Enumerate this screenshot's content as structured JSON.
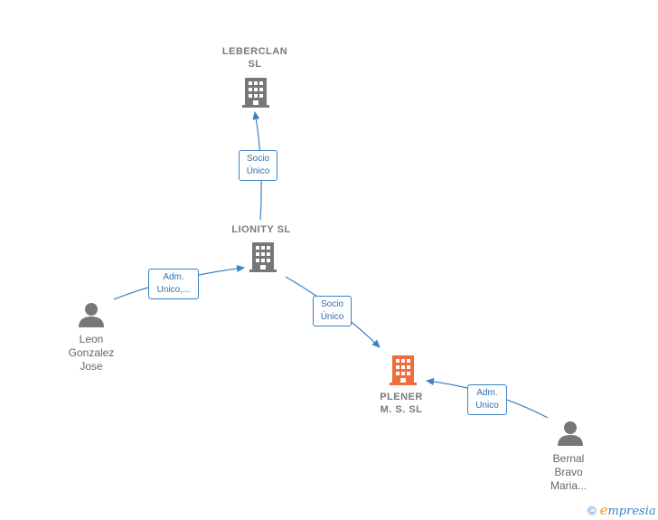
{
  "nodes": {
    "leberclan": {
      "label": "LEBERCLAN\nSL",
      "type": "company",
      "icon": "building-icon",
      "color": "#777777"
    },
    "lionity": {
      "label": "LIONITY  SL",
      "type": "company",
      "icon": "building-icon",
      "color": "#777777"
    },
    "plener": {
      "label": "PLENER\nM. S.  SL",
      "type": "company",
      "icon": "building-icon",
      "color": "#f26b3a"
    },
    "leon": {
      "label": "Leon\nGonzalez\nJose",
      "type": "person",
      "icon": "person-icon",
      "color": "#777777"
    },
    "bernal": {
      "label": "Bernal\nBravo\nMaria...",
      "type": "person",
      "icon": "person-icon",
      "color": "#777777"
    }
  },
  "edges": {
    "lionity_leberclan": {
      "label": "Socio\nÚnico"
    },
    "leon_lionity": {
      "label": "Adm.\nUnico,..."
    },
    "lionity_plener": {
      "label": "Socio\nÚnico"
    },
    "bernal_plener": {
      "label": "Adm.\nUnico"
    }
  },
  "colors": {
    "edge": "#3b82c4",
    "accent_company": "#f26b3a",
    "node_gray": "#777777"
  },
  "footer": {
    "copyright": "©",
    "brand_first": "e",
    "brand_rest": "mpresia"
  }
}
